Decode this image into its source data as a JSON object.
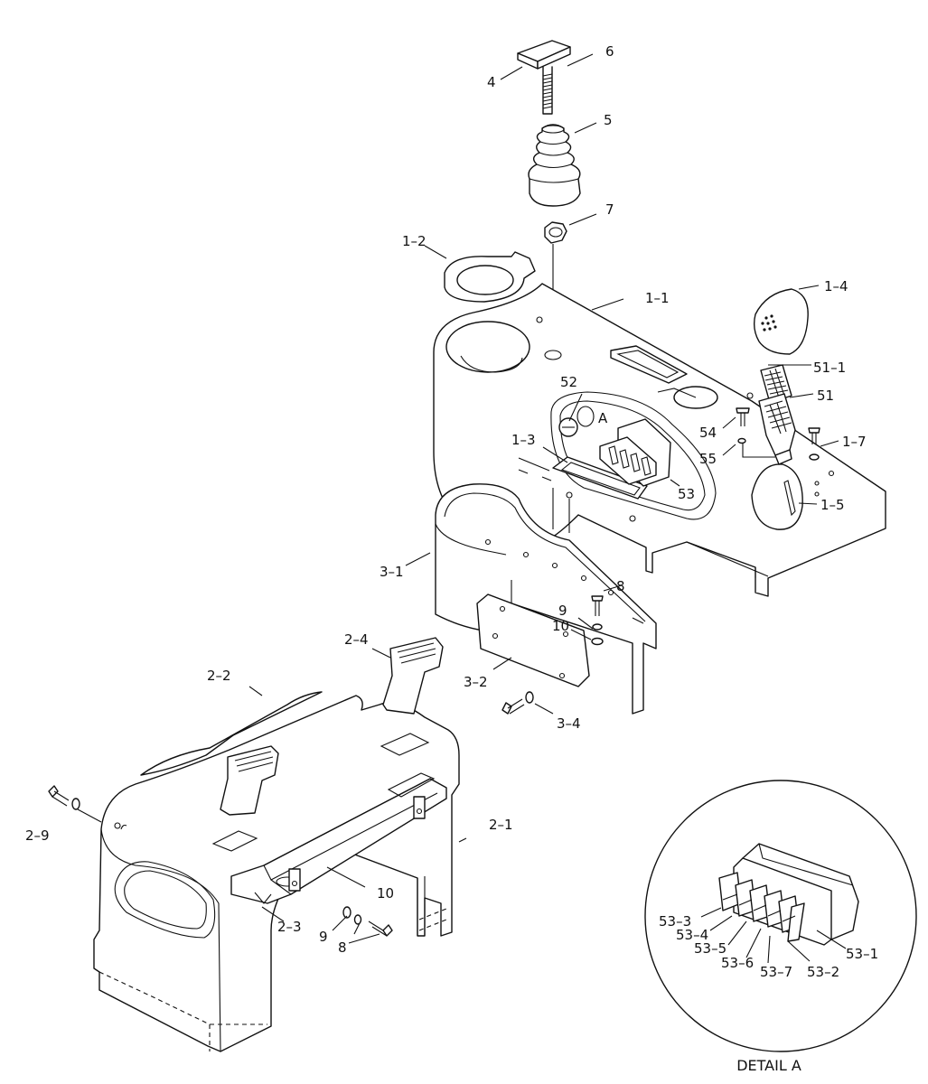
{
  "detail_caption": "DETAIL A",
  "callouts": [
    {
      "id": "lbl-4",
      "text": "4"
    },
    {
      "id": "lbl-6",
      "text": "6"
    },
    {
      "id": "lbl-5",
      "text": "5"
    },
    {
      "id": "lbl-7",
      "text": "7"
    },
    {
      "id": "lbl-1-2",
      "text": "1–2"
    },
    {
      "id": "lbl-1-1",
      "text": "1–1"
    },
    {
      "id": "lbl-1-4",
      "text": "1–4"
    },
    {
      "id": "lbl-51-1",
      "text": "51–1"
    },
    {
      "id": "lbl-51",
      "text": "51"
    },
    {
      "id": "lbl-52",
      "text": "52"
    },
    {
      "id": "lbl-A",
      "text": "A"
    },
    {
      "id": "lbl-54",
      "text": "54"
    },
    {
      "id": "lbl-55",
      "text": "55"
    },
    {
      "id": "lbl-1-7",
      "text": "1–7"
    },
    {
      "id": "lbl-1-3",
      "text": "1–3"
    },
    {
      "id": "lbl-53",
      "text": "53"
    },
    {
      "id": "lbl-1-5",
      "text": "1–5"
    },
    {
      "id": "lbl-3-1",
      "text": "3–1"
    },
    {
      "id": "lbl-8a",
      "text": "8"
    },
    {
      "id": "lbl-9a",
      "text": "9"
    },
    {
      "id": "lbl-10a",
      "text": "10"
    },
    {
      "id": "lbl-3-2",
      "text": "3–2"
    },
    {
      "id": "lbl-3-4",
      "text": "3–4"
    },
    {
      "id": "lbl-2-4",
      "text": "2–4"
    },
    {
      "id": "lbl-2-2",
      "text": "2–2"
    },
    {
      "id": "lbl-2-1",
      "text": "2–1"
    },
    {
      "id": "lbl-2-9",
      "text": "2–9"
    },
    {
      "id": "lbl-10b",
      "text": "10"
    },
    {
      "id": "lbl-2-3",
      "text": "2–3"
    },
    {
      "id": "lbl-9b",
      "text": "9"
    },
    {
      "id": "lbl-8b",
      "text": "8"
    },
    {
      "id": "lbl-53-3",
      "text": "53–3"
    },
    {
      "id": "lbl-53-4",
      "text": "53–4"
    },
    {
      "id": "lbl-53-5",
      "text": "53–5"
    },
    {
      "id": "lbl-53-6",
      "text": "53–6"
    },
    {
      "id": "lbl-53-7",
      "text": "53–7"
    },
    {
      "id": "lbl-53-2",
      "text": "53–2"
    },
    {
      "id": "lbl-53-1",
      "text": "53–1"
    }
  ]
}
